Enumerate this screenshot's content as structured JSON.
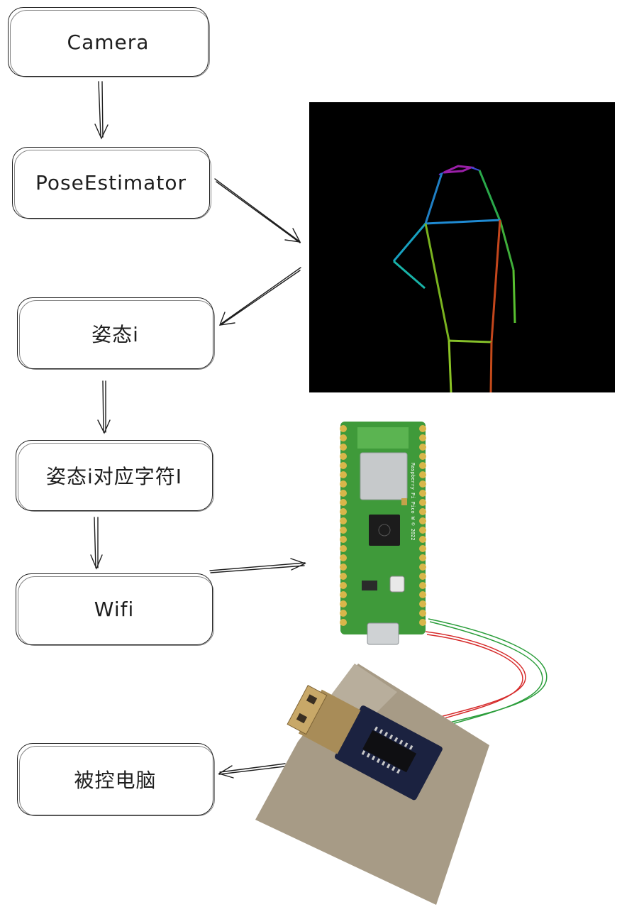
{
  "nodes": {
    "camera": "Camera",
    "pose_estimator": "PoseEstimator",
    "pose_i": "姿态i",
    "pose_char": "姿态i对应字符I",
    "wifi": "Wifi",
    "controlled_pc": "被控电脑"
  },
  "images": {
    "pose_skeleton": "skeleton-image",
    "pico_board": "raspberry-pi-pico-w-photo",
    "usb_adapter": "usb-adapter-photo"
  },
  "board_text": {
    "brand": "Raspberry Pi Pico W © 2022"
  },
  "colors": {
    "stroke": "#1e1e1e",
    "board_green": "#3f9a3a",
    "wire_red": "#d62b2b",
    "wire_green": "#2a9d3a"
  }
}
